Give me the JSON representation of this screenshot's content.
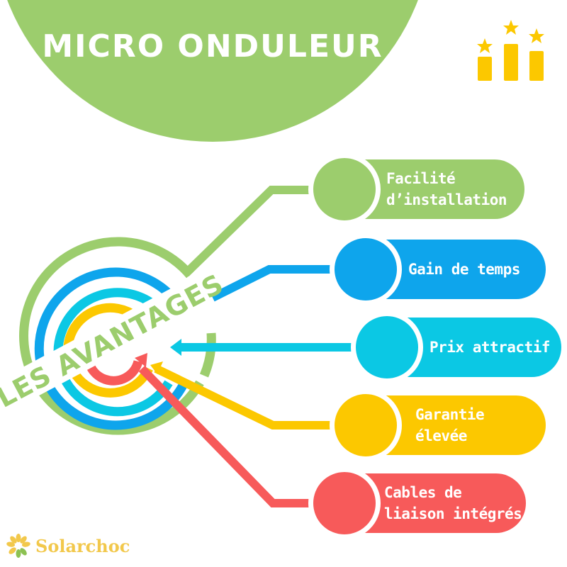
{
  "header": {
    "title": "MICRO ONDULEUR",
    "title_bg_color": "#9ccd6d"
  },
  "icons": {
    "top_right": "ranking-stars-bars-icon",
    "top_right_color": "#fcc800"
  },
  "center": {
    "label": "LES AVANTAGES",
    "label_color": "#9ccd6d"
  },
  "advantages": [
    {
      "label_line1": "Facilité",
      "label_line2": "d’installation",
      "color": "#9ccd6d"
    },
    {
      "label_line1": "Gain de temps",
      "label_line2": "",
      "color": "#0ea5ec"
    },
    {
      "label_line1": "Prix attractif",
      "label_line2": "",
      "color": "#0bc8e4"
    },
    {
      "label_line1": "Garantie",
      "label_line2": "élevée",
      "color": "#fcc800"
    },
    {
      "label_line1": "Cables de",
      "label_line2": "liaison intégrés",
      "color": "#f75a5a"
    }
  ],
  "footer": {
    "brand": "Solarchoc",
    "brand_color": "#f2c84b"
  }
}
